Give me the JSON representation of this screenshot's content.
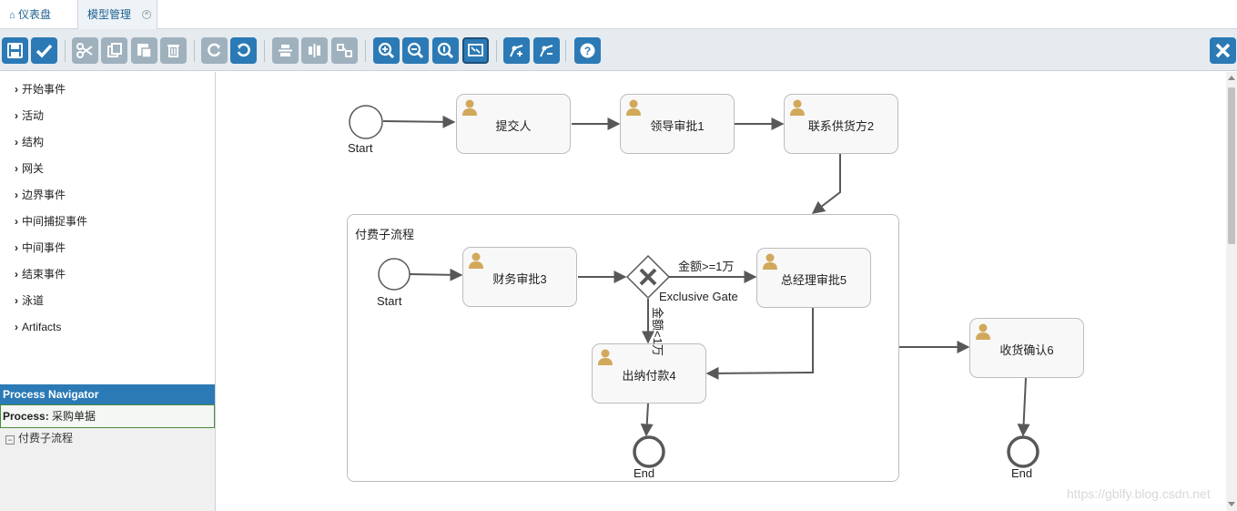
{
  "tabs": [
    {
      "label": "仪表盘",
      "icon": "home-icon"
    },
    {
      "label": "模型管理",
      "icon": "close-tab-icon"
    }
  ],
  "toolbar": [
    {
      "name": "save",
      "icon": "save-icon"
    },
    {
      "name": "validate",
      "icon": "check-icon"
    },
    {
      "name": "cut",
      "icon": "scissors-icon"
    },
    {
      "name": "copy",
      "icon": "copy-icon"
    },
    {
      "name": "paste",
      "icon": "paste-icon"
    },
    {
      "name": "delete",
      "icon": "trash-icon"
    },
    {
      "name": "redo",
      "icon": "redo-icon"
    },
    {
      "name": "undo",
      "icon": "undo-icon"
    },
    {
      "name": "align-horizontal",
      "icon": "align-horizontal-icon"
    },
    {
      "name": "align-vertical",
      "icon": "align-vertical-icon"
    },
    {
      "name": "same-size",
      "icon": "same-size-icon"
    },
    {
      "name": "zoom-in",
      "icon": "zoom-in-icon"
    },
    {
      "name": "zoom-out",
      "icon": "zoom-out-icon"
    },
    {
      "name": "zoom-actual",
      "icon": "zoom-actual-icon"
    },
    {
      "name": "zoom-fit",
      "icon": "zoom-fit-icon"
    },
    {
      "name": "add-bendpoint",
      "icon": "add-bendpoint-icon"
    },
    {
      "name": "remove-bendpoint",
      "icon": "remove-bendpoint-icon"
    },
    {
      "name": "help",
      "icon": "help-icon"
    },
    {
      "name": "close",
      "icon": "close-icon"
    }
  ],
  "palette": [
    "开始事件",
    "活动",
    "结构",
    "网关",
    "边界事件",
    "中间捕捉事件",
    "中间事件",
    "结束事件",
    "泳道",
    "Artifacts"
  ],
  "navigator": {
    "title": "Process Navigator",
    "process_label": "Process:",
    "process_name": "采购单据",
    "tree_item": "付费子流程"
  },
  "diagram": {
    "start1": "Start",
    "task_submit": "提交人",
    "task_leader": "领导审批1",
    "task_supplier": "联系供货方2",
    "subprocess": "付费子流程",
    "start2": "Start",
    "task_finance": "财务审批3",
    "gateway": "Exclusive Gate",
    "cond_ge": "金额>=1万",
    "cond_lt": "金额<1万",
    "task_gm": "总经理审批5",
    "task_cashier": "出纳付款4",
    "end1": "End",
    "task_receive": "收货确认6",
    "end2": "End"
  },
  "watermark": "https://gblfy.blog.csdn.net"
}
